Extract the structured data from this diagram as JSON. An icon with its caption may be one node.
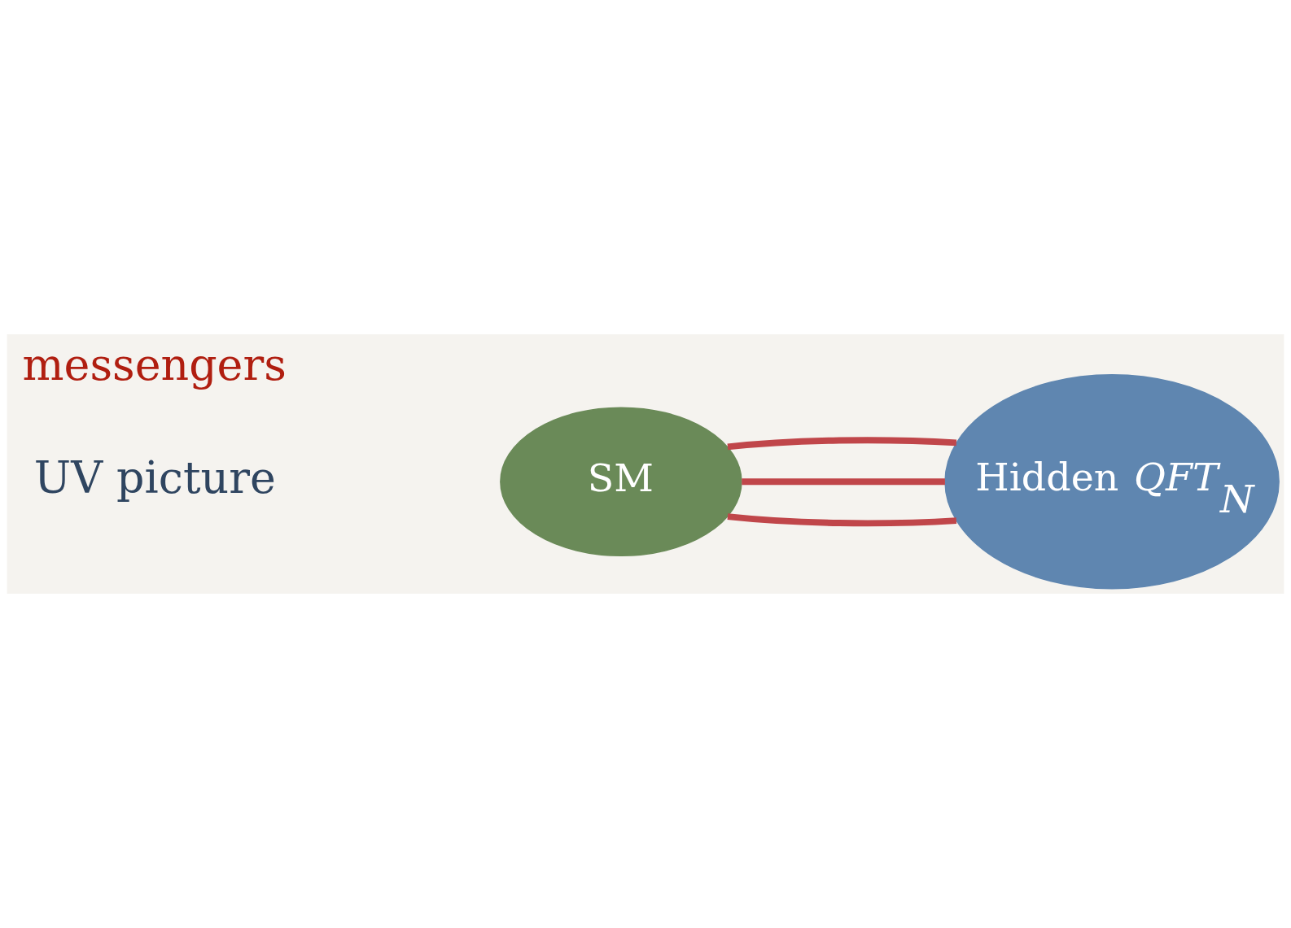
{
  "diagram": {
    "nodes": [
      {
        "text": [
          "SM"
        ]
      },
      {
        "text": [
          "Hidden *QFT*$_{N}$"
        ]
      }
    ],
    "edges": [
      {
        "from": 0,
        "to": 1,
        "arrow": "none",
        "color": "#c0464a"
      },
      {
        "from": 0,
        "to": 1,
        "arrow": "none",
        "color": "#c0464a"
      },
      {
        "from": 0,
        "to": 1,
        "arrow": "none",
        "color": "#c0464a"
      }
    ],
    "labels": [
      "UV picture",
      "messengers"
    ]
  }
}
